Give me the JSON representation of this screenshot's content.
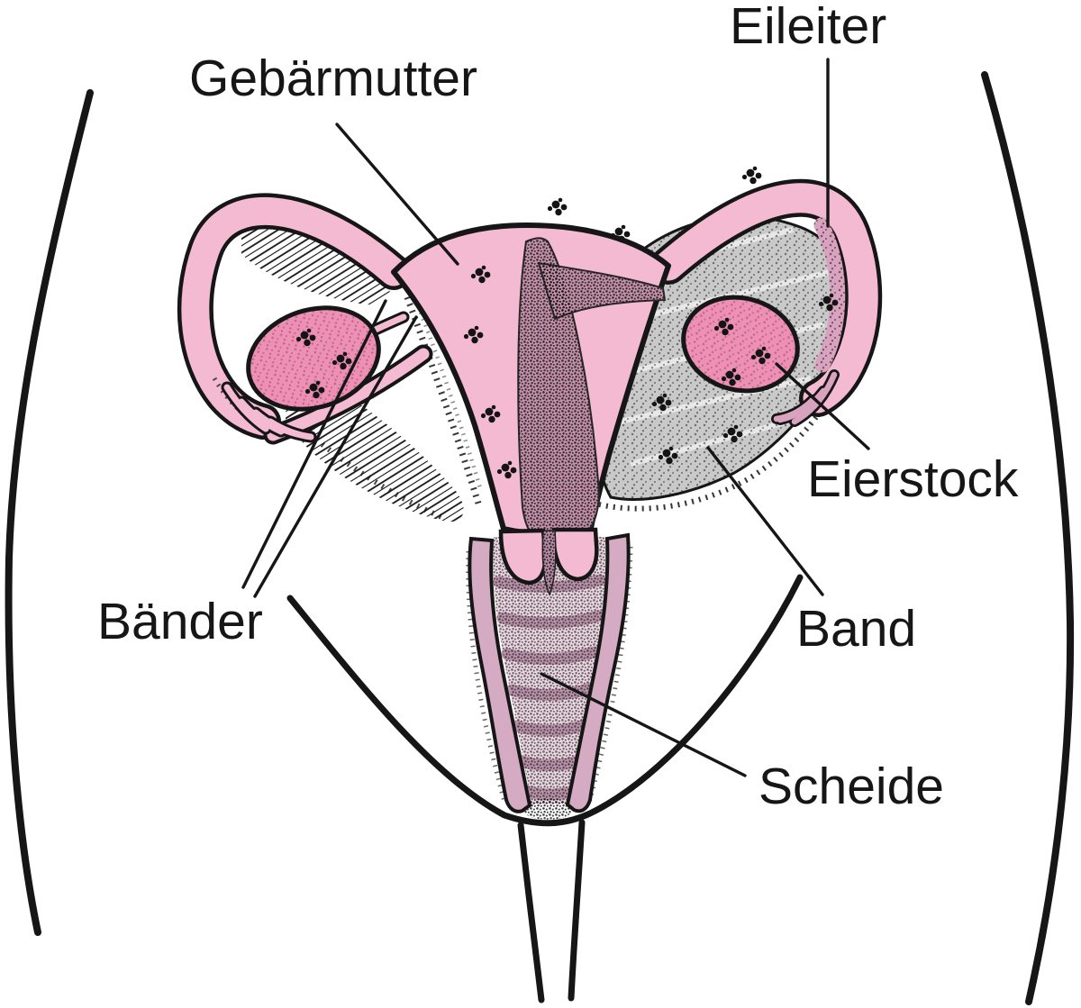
{
  "figure": {
    "labels": {
      "eileiter": "Eileiter",
      "gebaermutter": "Gebärmutter",
      "eierstock": "Eierstock",
      "baender": "Bänder",
      "band": "Band",
      "scheide": "Scheide"
    },
    "colors": {
      "ink": "#161616",
      "pink_light": "#f4bad1",
      "pink_ovary": "#ef8fb5",
      "mauve_shading": "#d9a2bf",
      "mauve_cavity": "#c692ab",
      "mauve_vagina_wall": "#d5abc3",
      "vagina_inner": "#ecd8e2",
      "gray_ligament": "#c9c9c9",
      "background": "#ffffff"
    }
  }
}
